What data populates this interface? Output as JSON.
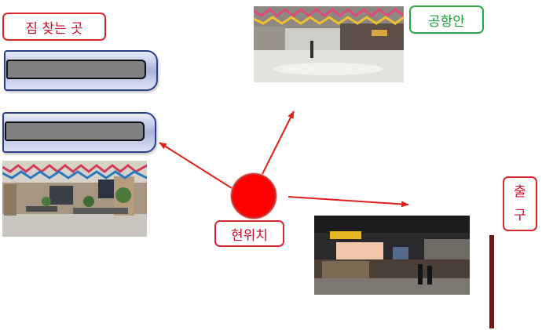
{
  "labels": {
    "baggage_claim": "짐 찾는 곳",
    "airport_inside": "공항안",
    "current_location": "현위치",
    "exit_char_1": "출",
    "exit_char_2": "구"
  },
  "colors": {
    "label_red": "#d8262b",
    "label_green": "#2aa84a",
    "arrow": "#e0201d",
    "current_location_dot": "#ff0000",
    "exit_bar": "#6b1d1d",
    "belt_frame": "#2b3f8c"
  },
  "icons": {
    "current_location": "red-circle-marker",
    "baggage_belts": "conveyor-belt-shape",
    "exit": "vertical-bar"
  }
}
